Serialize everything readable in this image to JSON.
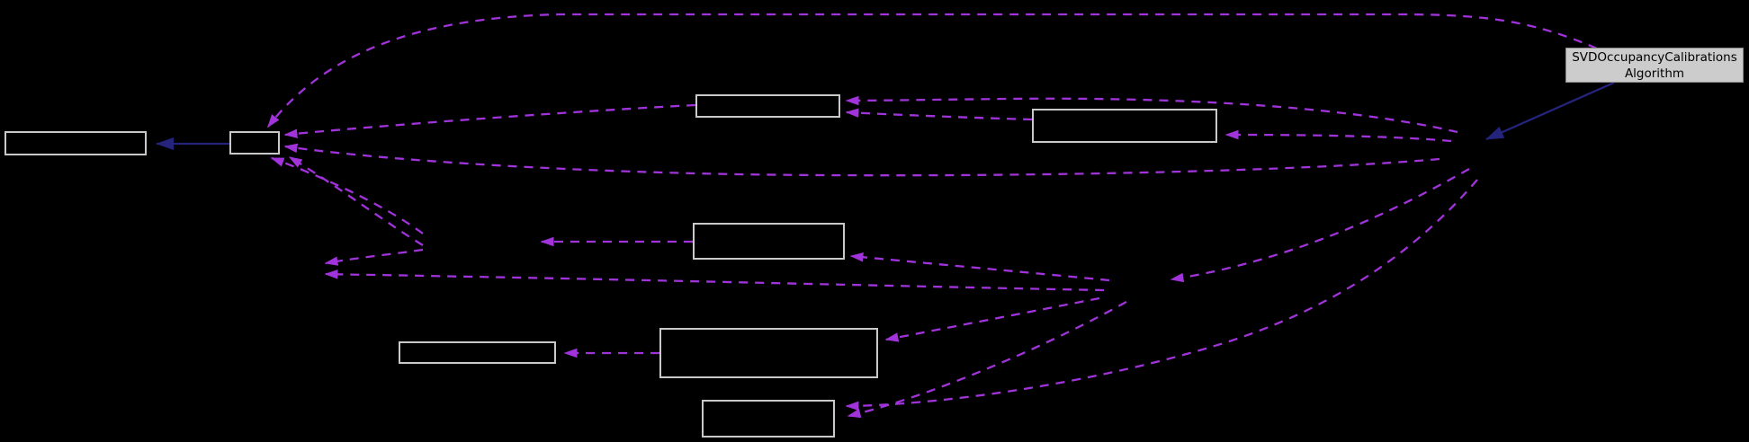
{
  "diagram": {
    "type": "collaboration-graph",
    "background": "#000000",
    "colors": {
      "collaboration_edge": "#A133DB",
      "inheritance_edge": "#24247D",
      "node_border": "#C9C9C9",
      "highlight_fill": "#CCCCCC",
      "highlight_border": "#8A8A8A",
      "highlight_text": "#000000"
    },
    "highlight_node": {
      "label_line1": "SVDOccupancyCalibrations",
      "label_line2": "Algorithm"
    },
    "empty_nodes": [
      {
        "id": "node-a",
        "label": ""
      },
      {
        "id": "node-b",
        "label": ""
      },
      {
        "id": "node-c",
        "label": ""
      },
      {
        "id": "node-d",
        "label": ""
      },
      {
        "id": "node-e",
        "label": ""
      },
      {
        "id": "node-f",
        "label": ""
      },
      {
        "id": "node-g",
        "label": ""
      },
      {
        "id": "node-h",
        "label": ""
      }
    ]
  }
}
